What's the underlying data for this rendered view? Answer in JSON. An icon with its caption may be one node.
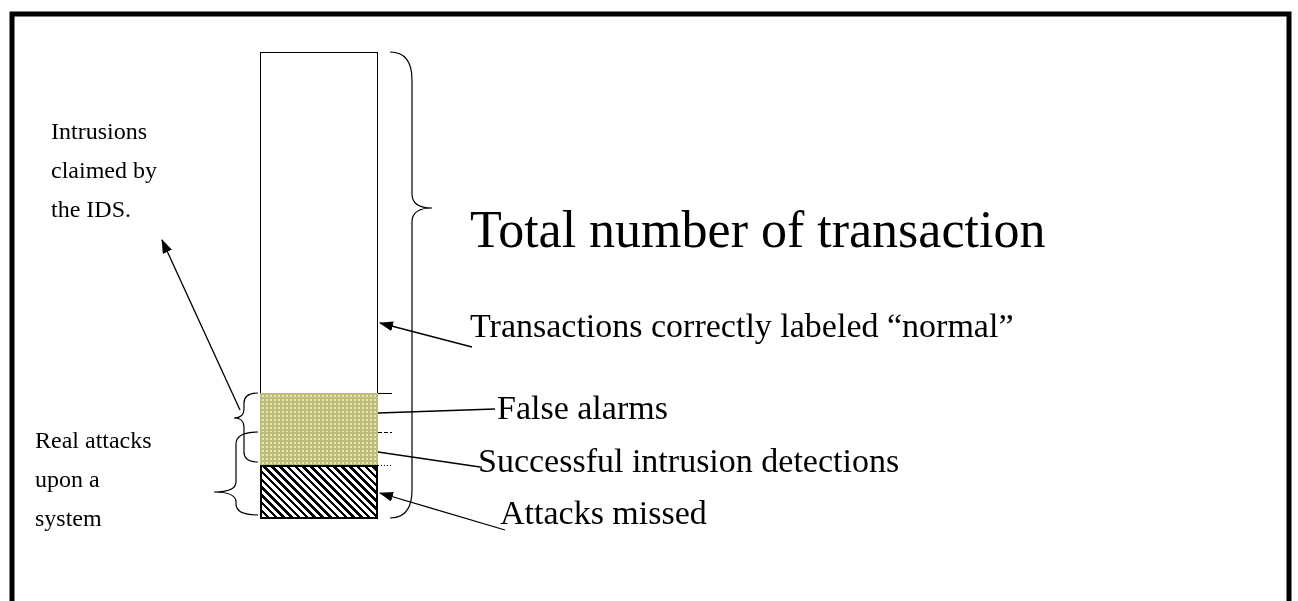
{
  "diagram": {
    "nodes": [
      {
        "text": [
          "Intrusions claimed by the IDS."
        ]
      },
      {
        "text": [
          "Real attacks upon a system"
        ]
      },
      {
        "text": [
          "Total number of transaction"
        ]
      },
      {
        "text": [
          "Transactions correctly labeled “normal”"
        ]
      },
      {
        "text": [
          "False alarms"
        ]
      },
      {
        "text": [
          "Successful intrusion detections"
        ]
      },
      {
        "text": [
          "Attacks missed"
        ]
      },
      {
        "text": [],
        "shape": "bar"
      },
      {
        "text": [],
        "shape": "bar"
      },
      {
        "text": [],
        "shape": "bar"
      },
      {
        "text": [],
        "shape": "bar"
      },
      {
        "text": [],
        "shape": "brace"
      }
    ],
    "edges": [
      {
        "from": 11,
        "to": 0,
        "arrow": "to"
      },
      {
        "from": 3,
        "to": 7,
        "arrow": "to"
      },
      {
        "from": 4,
        "to": 8,
        "arrow": "none"
      },
      {
        "from": 5,
        "to": 9,
        "arrow": "none"
      },
      {
        "from": 6,
        "to": 10,
        "arrow": "to"
      }
    ]
  }
}
